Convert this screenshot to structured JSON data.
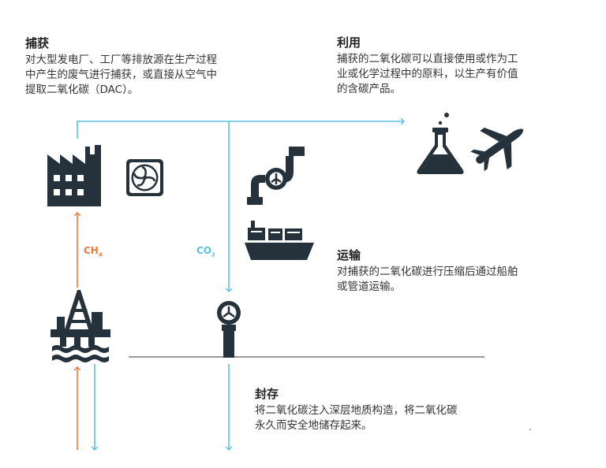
{
  "capture": {
    "title": "捕获",
    "lines": [
      "对大型发电厂、工厂等排放源在生产过程",
      "中产生的废气进行捕获，或直接从空气中",
      "提取二氧化碳（DAC）。"
    ]
  },
  "utilization": {
    "title": "利用",
    "lines": [
      "捕获的二氧化碳可以直接使用或作为工",
      "业或化学过程中的原料，以生产有价值",
      "的含碳产品。"
    ]
  },
  "transport": {
    "title": "运输",
    "lines": [
      "对捕获的二氧化碳进行压缩后通过船舶",
      "或管道运输。"
    ]
  },
  "storage": {
    "title": "封存",
    "lines": [
      "将二氧化碳注入深层地质构造，将二氧化碳",
      "永久而安全地储存起来。"
    ]
  },
  "gases": {
    "ch4": {
      "main": "CH",
      "sub": "4"
    },
    "co2": {
      "main": "CO",
      "sub": "2"
    }
  },
  "colors": {
    "arrow_blue": "#5bbfe6",
    "arrow_orange": "#ee7a3a",
    "icon_dark": "#25313b",
    "ground": "#9a9a9a"
  },
  "icons": [
    "factory-icon",
    "fan-icon",
    "pipeline-icon",
    "ship-icon",
    "flask-icon",
    "airplane-icon",
    "oil-rig-icon",
    "wellhead-icon"
  ]
}
